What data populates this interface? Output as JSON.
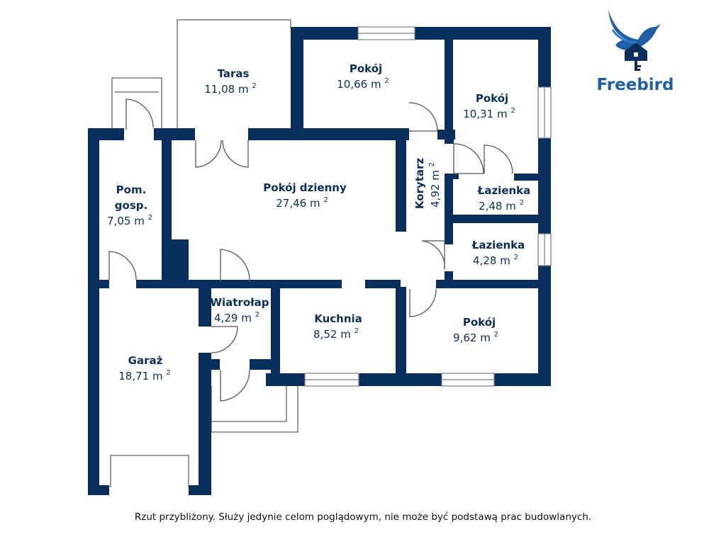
{
  "brand": {
    "name": "Freebird",
    "icon": "bird-house-logo-icon",
    "colors": {
      "primary": "#1f5fa8",
      "dark": "#0b2e5c"
    }
  },
  "plan": {
    "wall_color": "#082e5e",
    "area_unit": "m",
    "area_unit_power": "2",
    "rooms": [
      {
        "id": "taras",
        "name": "Taras",
        "area": "11,08"
      },
      {
        "id": "pokoj-1",
        "name": "Pokój",
        "area": "10,66"
      },
      {
        "id": "pokoj-2",
        "name": "Pokój",
        "area": "10,31"
      },
      {
        "id": "pom-gosp",
        "name": "Pom. gosp.",
        "name_lines": [
          "Pom.",
          "gosp."
        ],
        "area": "7,05"
      },
      {
        "id": "pokoj-dzienny",
        "name": "Pokój dzienny",
        "area": "27,46"
      },
      {
        "id": "korytarz",
        "name": "Korytarz",
        "area": "4,92"
      },
      {
        "id": "lazienka-1",
        "name": "Łazienka",
        "area": "2,48"
      },
      {
        "id": "lazienka-2",
        "name": "Łazienka",
        "area": "4,28"
      },
      {
        "id": "wiatrolap",
        "name": "Wiatrołap",
        "area": "4,29"
      },
      {
        "id": "kuchnia",
        "name": "Kuchnia",
        "area": "8,52"
      },
      {
        "id": "pokoj-3",
        "name": "Pokój",
        "area": "9,62"
      },
      {
        "id": "garaz",
        "name": "Garaż",
        "area": "18,71"
      }
    ]
  },
  "disclaimer": "Rzut przybliżony. Służy jedynie celom poglądowym, nie może być podstawą prac budowlanych."
}
